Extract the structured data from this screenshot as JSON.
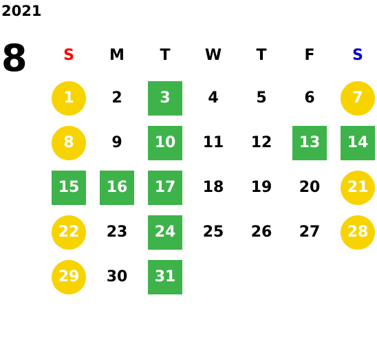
{
  "year": "2021",
  "month": "8",
  "weekdays": [
    "S",
    "M",
    "T",
    "W",
    "T",
    "F",
    "S"
  ],
  "colors": {
    "sunday_header": "#ff0000",
    "saturday_header": "#0000cc",
    "circle_fill": "#f7d300",
    "box_fill": "#3db34a"
  },
  "weeks": [
    [
      {
        "n": "1",
        "s": "circle"
      },
      {
        "n": "2",
        "s": ""
      },
      {
        "n": "3",
        "s": "box"
      },
      {
        "n": "4",
        "s": ""
      },
      {
        "n": "5",
        "s": ""
      },
      {
        "n": "6",
        "s": ""
      },
      {
        "n": "7",
        "s": "circle"
      }
    ],
    [
      {
        "n": "8",
        "s": "circle"
      },
      {
        "n": "9",
        "s": ""
      },
      {
        "n": "10",
        "s": "box"
      },
      {
        "n": "11",
        "s": ""
      },
      {
        "n": "12",
        "s": ""
      },
      {
        "n": "13",
        "s": "box"
      },
      {
        "n": "14",
        "s": "box"
      }
    ],
    [
      {
        "n": "15",
        "s": "box"
      },
      {
        "n": "16",
        "s": "box"
      },
      {
        "n": "17",
        "s": "box"
      },
      {
        "n": "18",
        "s": ""
      },
      {
        "n": "19",
        "s": ""
      },
      {
        "n": "20",
        "s": ""
      },
      {
        "n": "21",
        "s": "circle"
      }
    ],
    [
      {
        "n": "22",
        "s": "circle"
      },
      {
        "n": "23",
        "s": ""
      },
      {
        "n": "24",
        "s": "box"
      },
      {
        "n": "25",
        "s": ""
      },
      {
        "n": "26",
        "s": ""
      },
      {
        "n": "27",
        "s": ""
      },
      {
        "n": "28",
        "s": "circle"
      }
    ],
    [
      {
        "n": "29",
        "s": "circle"
      },
      {
        "n": "30",
        "s": ""
      },
      {
        "n": "31",
        "s": "box"
      },
      {
        "n": "",
        "s": ""
      },
      {
        "n": "",
        "s": ""
      },
      {
        "n": "",
        "s": ""
      },
      {
        "n": "",
        "s": ""
      }
    ]
  ]
}
